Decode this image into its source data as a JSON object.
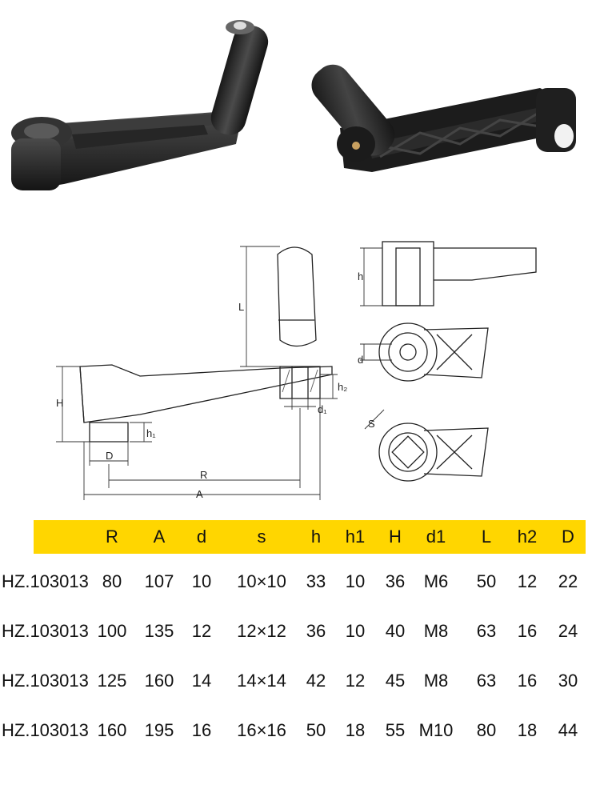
{
  "photos": [
    {
      "name": "crank-handle-photo-1"
    },
    {
      "name": "crank-handle-photo-2"
    }
  ],
  "drawing_labels": {
    "L": "L",
    "H": "H",
    "h2": "h₂",
    "d1": "d₁",
    "h1": "h₁",
    "D": "D",
    "R": "R",
    "A": "A",
    "h": "h",
    "d": "d",
    "S": "S"
  },
  "table": {
    "headers": [
      "",
      "R",
      "A",
      "d",
      "s",
      "h",
      "h1",
      "H",
      "d1",
      "L",
      "h2",
      "D"
    ],
    "rows": [
      [
        "HZ.103013",
        "80",
        "107",
        "10",
        "10×10",
        "33",
        "10",
        "36",
        "M6",
        "50",
        "12",
        "22"
      ],
      [
        "HZ.103013",
        "100",
        "135",
        "12",
        "12×12",
        "36",
        "10",
        "40",
        "M8",
        "63",
        "16",
        "24"
      ],
      [
        "HZ.103013",
        "125",
        "160",
        "14",
        "14×14",
        "42",
        "12",
        "45",
        "M8",
        "63",
        "16",
        "30"
      ],
      [
        "HZ.103013",
        "160",
        "195",
        "16",
        "16×16",
        "50",
        "18",
        "55",
        "M10",
        "80",
        "18",
        "44"
      ]
    ]
  }
}
